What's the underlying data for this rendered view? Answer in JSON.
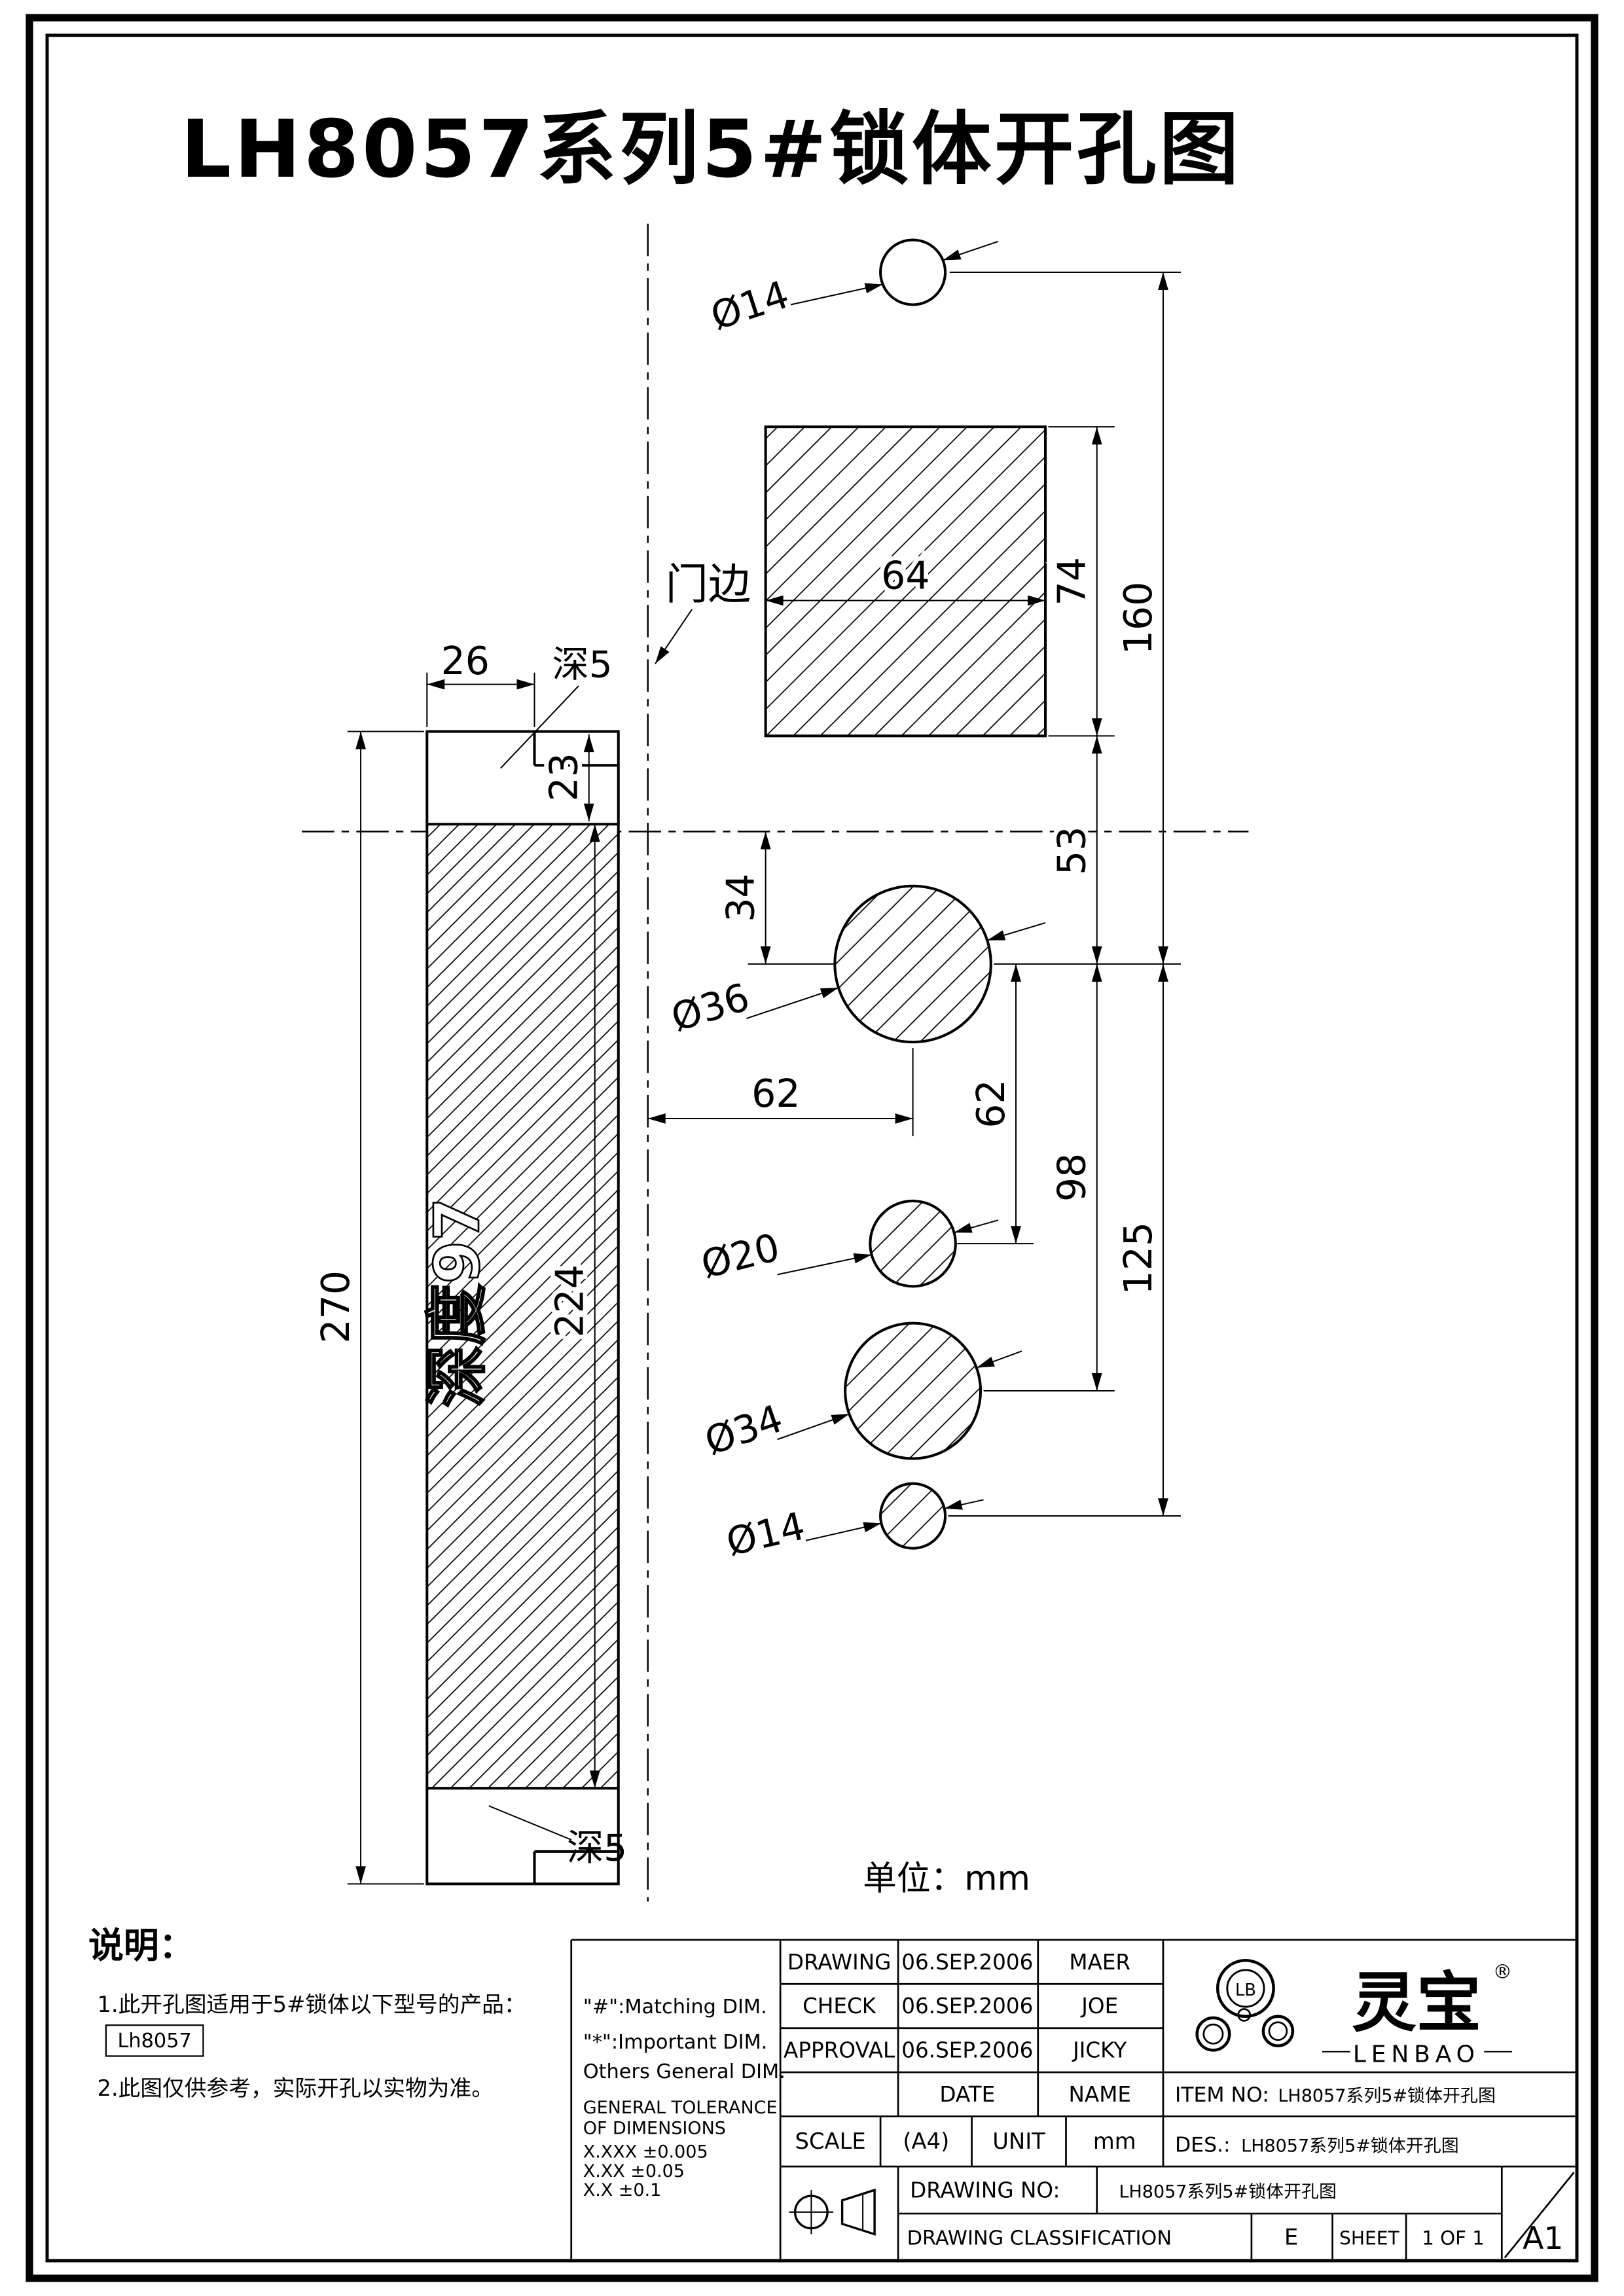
{
  "title": "LH8057系列5#锁体开孔图",
  "unit_note": "单位：mm",
  "labels": {
    "door_edge": "门边",
    "depth5_top": "深5",
    "depth5_bottom": "深5",
    "depth97": "深度97"
  },
  "dims": {
    "top_hole": "Ø14",
    "rect_w": "64",
    "rect_h": "74",
    "v160": "160",
    "w26": "26",
    "v23": "23",
    "v34": "34",
    "spindle": "Ø36",
    "v53": "53",
    "h62": "62",
    "v62": "62",
    "mid_hole": "Ø20",
    "v98": "98",
    "v125": "125",
    "big_hole": "Ø34",
    "bottom_hole": "Ø14",
    "v270": "270",
    "v224": "224"
  },
  "notes": {
    "heading": "说明：",
    "note1": "1.此开孔图适用于5#锁体以下型号的产品：",
    "model_box": "Lh8057",
    "note2": "2.此图仅供参考，实际开孔以实物为准。"
  },
  "title_block": {
    "dim_notes": [
      "\"#\":Matching DIM.",
      "\"*\":Important DIM.",
      "Others General DIM."
    ],
    "tolerance": [
      "GENERAL TOLERANCE",
      "OF DIMENSIONS",
      "X.XXX ±0.005",
      "X.XX ±0.05",
      "X.X ±0.1"
    ],
    "rows": [
      {
        "label": "DRAWING",
        "date": "06.SEP.2006",
        "name": "MAER"
      },
      {
        "label": "CHECK",
        "date": "06.SEP.2006",
        "name": "JOE"
      },
      {
        "label": "APPROVAL",
        "date": "06.SEP.2006",
        "name": "JICKY"
      }
    ],
    "date_header": "DATE",
    "name_header": "NAME",
    "item_no_label": "ITEM NO:",
    "item_no_value": "LH8057系列5#锁体开孔图",
    "scale_label": "SCALE",
    "scale_value": "(A4)",
    "unit_label": "UNIT",
    "unit_value": "mm",
    "des_label": "DES.:",
    "des_value": "LH8057系列5#锁体开孔图",
    "drawing_no_label": "DRAWING NO:",
    "drawing_no_value": "LH8057系列5#锁体开孔图",
    "classification_label": "DRAWING CLASSIFICATION",
    "classification_value": "E",
    "sheet_label": "SHEET",
    "sheet_value": "1 OF 1",
    "format": "A1",
    "logo": {
      "monogram": "LB",
      "brand_cn": "灵宝",
      "brand_en": "LENBAO",
      "registered": "®"
    }
  }
}
